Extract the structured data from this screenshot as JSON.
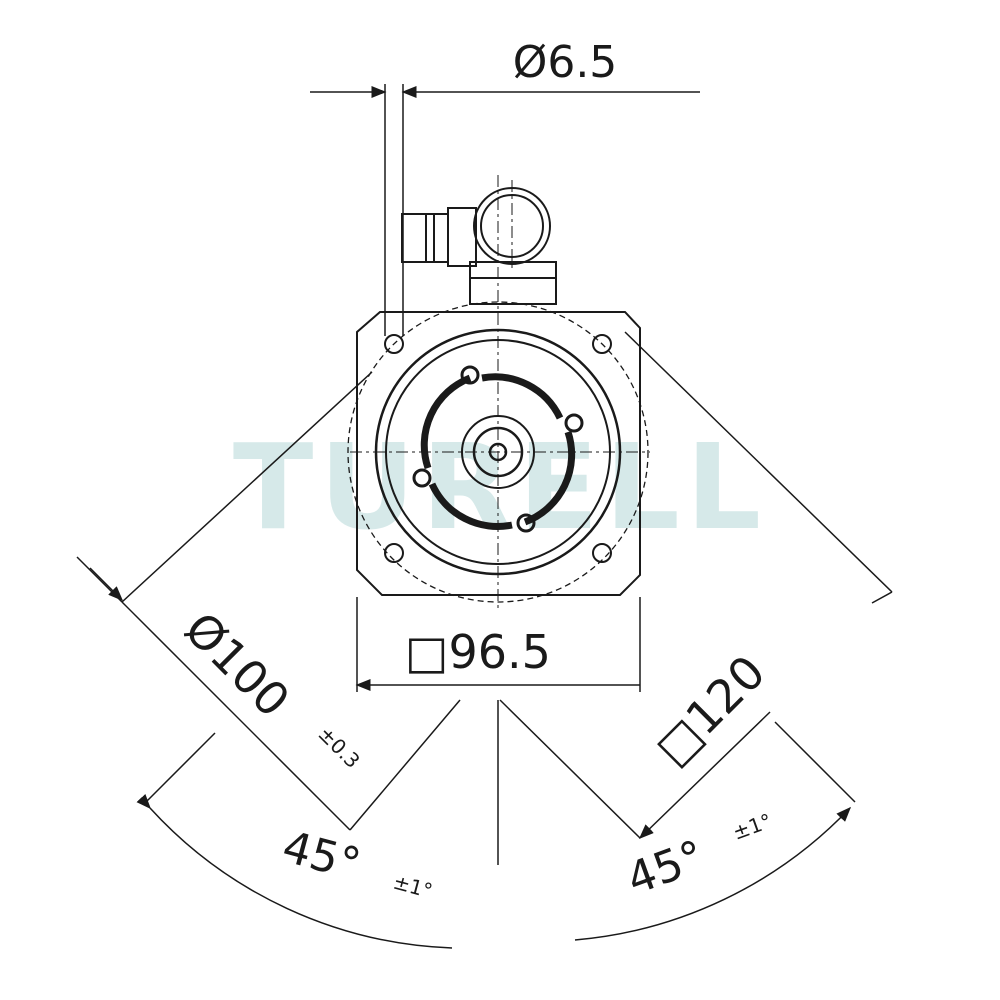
{
  "watermark": "TURELL",
  "dimensions": {
    "hole_diameter": "Ø6.5",
    "flange_square": "□96.5",
    "pilot_diameter": "Ø100",
    "pilot_tolerance": "±0.3",
    "mount_square": "□120",
    "angle_left": "45°",
    "angle_left_tolerance": "±1°",
    "angle_right": "45°",
    "angle_right_tolerance": "±1°"
  },
  "colors": {
    "line": "#1a1a1a",
    "watermark": "#cfe6e6"
  }
}
